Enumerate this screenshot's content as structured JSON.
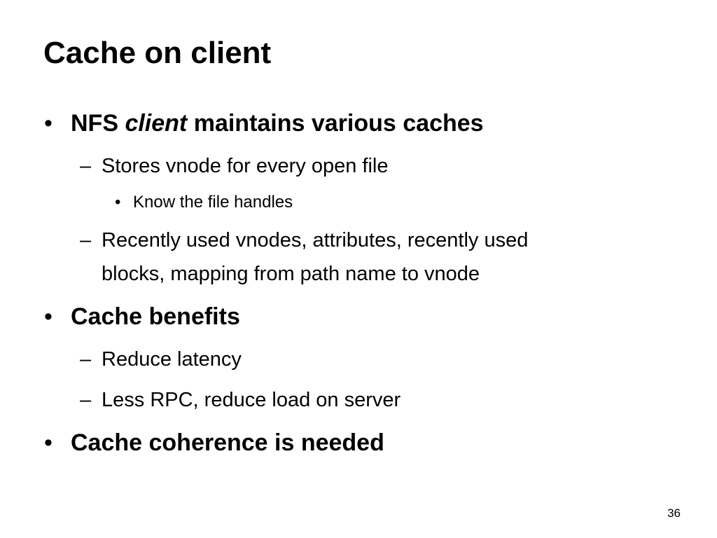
{
  "slide": {
    "title": "Cache on client",
    "page_number": "36",
    "bullet_marker": "•",
    "dash_marker": "–",
    "items": {
      "nfs_prefix": "NFS ",
      "nfs_italic": "client",
      "nfs_suffix": " maintains various caches",
      "stores_vnode": "Stores vnode for every open file",
      "know_handles": "Know the file handles",
      "recently_used_line1": "Recently used vnodes, attributes, recently used",
      "recently_used_line2": "blocks, mapping from path name to vnode",
      "cache_benefits": "Cache benefits",
      "reduce_latency": "Reduce latency",
      "less_rpc": "Less RPC, reduce load on server",
      "cache_coherence": "Cache coherence is needed"
    }
  }
}
